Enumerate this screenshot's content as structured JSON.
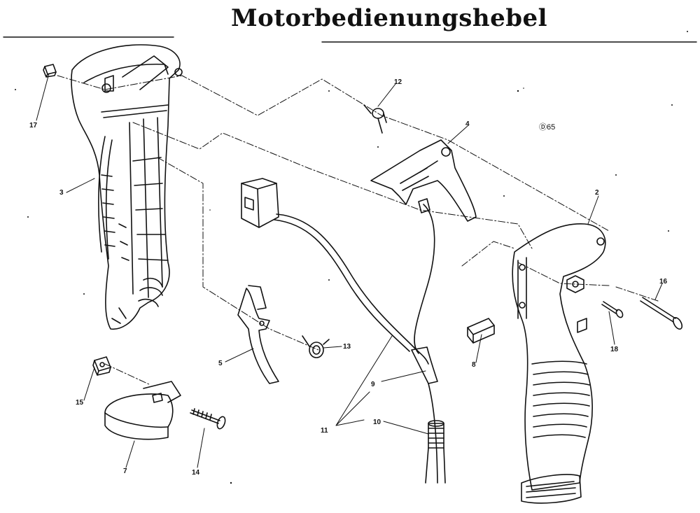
{
  "title": "Motorbedienungshebel",
  "note": "Ⓓ65",
  "callouts": {
    "c17": "17",
    "c12": "12",
    "c4": "4",
    "c3": "3",
    "c2": "2",
    "c16": "16",
    "c18": "18",
    "c13": "13",
    "c5": "5",
    "c8": "8",
    "c9": "9",
    "c15": "15",
    "c11": "11",
    "c10": "10",
    "c7": "7",
    "c14": "14"
  },
  "colors": {
    "ink": "#111111",
    "paper": "#ffffff"
  }
}
